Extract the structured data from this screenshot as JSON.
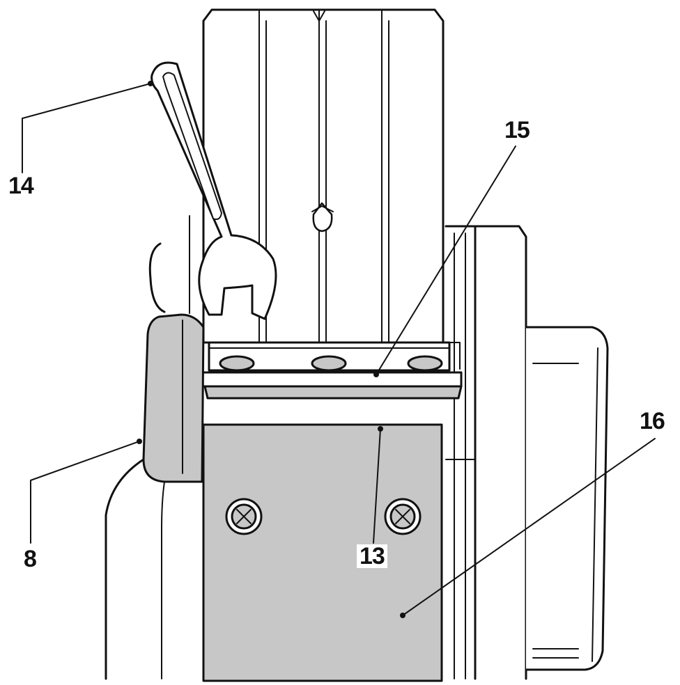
{
  "figure": {
    "colors": {
      "outline": "#111111",
      "part_fill": "#ffffff",
      "shade": "#c7c7c7",
      "dark_shade": "#a9a9a9"
    },
    "callouts": [
      {
        "id": "14",
        "text": "14",
        "part": "wrench"
      },
      {
        "id": "15",
        "text": "15",
        "part": "clamping-bar"
      },
      {
        "id": "16",
        "text": "16",
        "part": "cover-plate"
      },
      {
        "id": "8",
        "text": "8",
        "part": "handle"
      },
      {
        "id": "13",
        "text": "13",
        "part": "planer-plate"
      }
    ]
  }
}
